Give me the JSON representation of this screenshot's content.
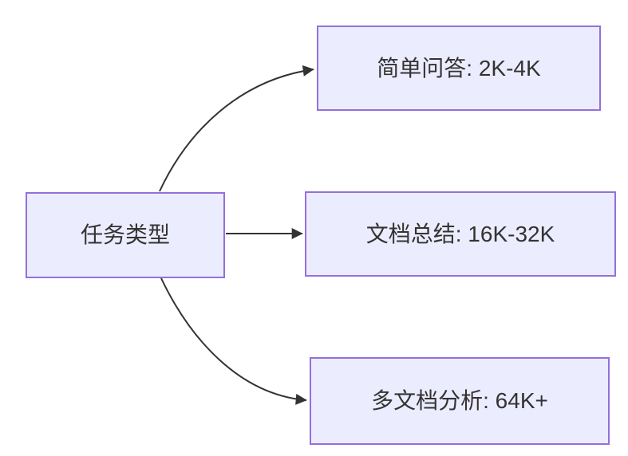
{
  "diagram": {
    "type": "flowchart",
    "direction": "left-to-right",
    "root": {
      "label": "任务类型"
    },
    "branches": [
      {
        "label": "简单问答: 2K-4K"
      },
      {
        "label": "文档总结: 16K-32K"
      },
      {
        "label": "多文档分析: 64K+"
      }
    ],
    "edges": [
      {
        "from": "任务类型",
        "to": "简单问答: 2K-4K"
      },
      {
        "from": "任务类型",
        "to": "文档总结: 16K-32K"
      },
      {
        "from": "任务类型",
        "to": "多文档分析: 64K+"
      }
    ],
    "colors": {
      "node_fill": "#ECECFF",
      "node_border": "#9370DB",
      "edge_stroke": "#333333",
      "text": "#333333",
      "background": "#ffffff"
    }
  }
}
